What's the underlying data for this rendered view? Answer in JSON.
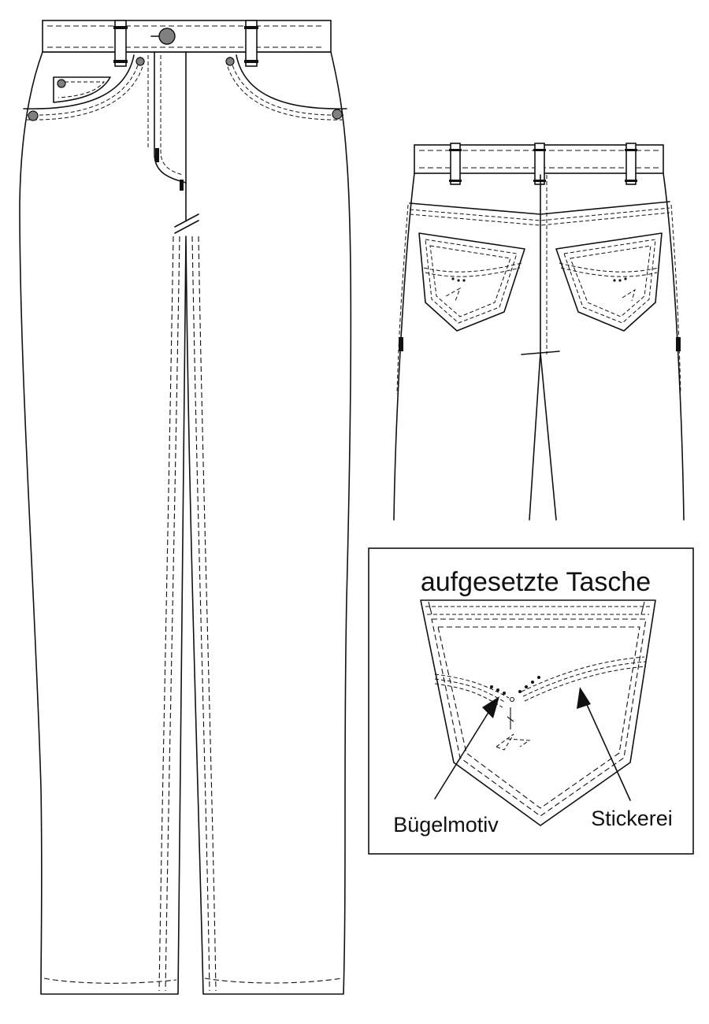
{
  "detail_box": {
    "title": "aufgesetzte Tasche",
    "callouts": [
      {
        "id": "iron-on-motif",
        "label": "Bügelmotiv"
      },
      {
        "id": "embroidery",
        "label": "Stickerei"
      }
    ]
  },
  "colors": {
    "line": "#111111",
    "background": "#ffffff",
    "rivet": "#808080"
  }
}
